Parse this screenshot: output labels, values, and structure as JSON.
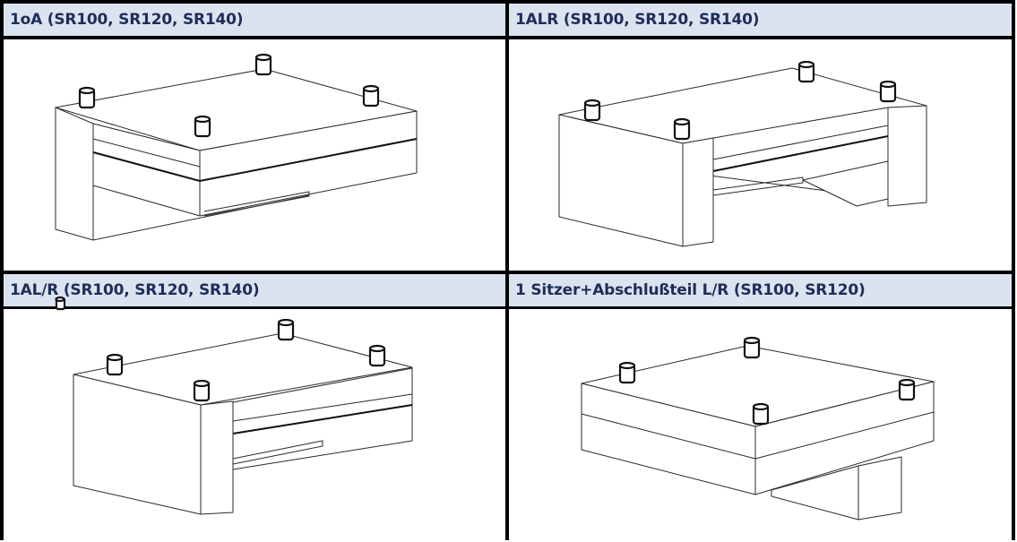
{
  "cells": [
    {
      "title": "1oA  (SR100, SR120, SR140)"
    },
    {
      "title": "1ALR  (SR100, SR120, SR140)"
    },
    {
      "title": "1AL/R  (SR100, SR120, SR140)"
    },
    {
      "title": "1 Sitzer+Abschlußteil L/R (SR100, SR120)"
    }
  ],
  "colors": {
    "header_bg": "#dbe3f1",
    "header_text": "#1f2d57",
    "grid": "#000000"
  },
  "icons": {
    "knob": "cylinder-knob-icon"
  }
}
